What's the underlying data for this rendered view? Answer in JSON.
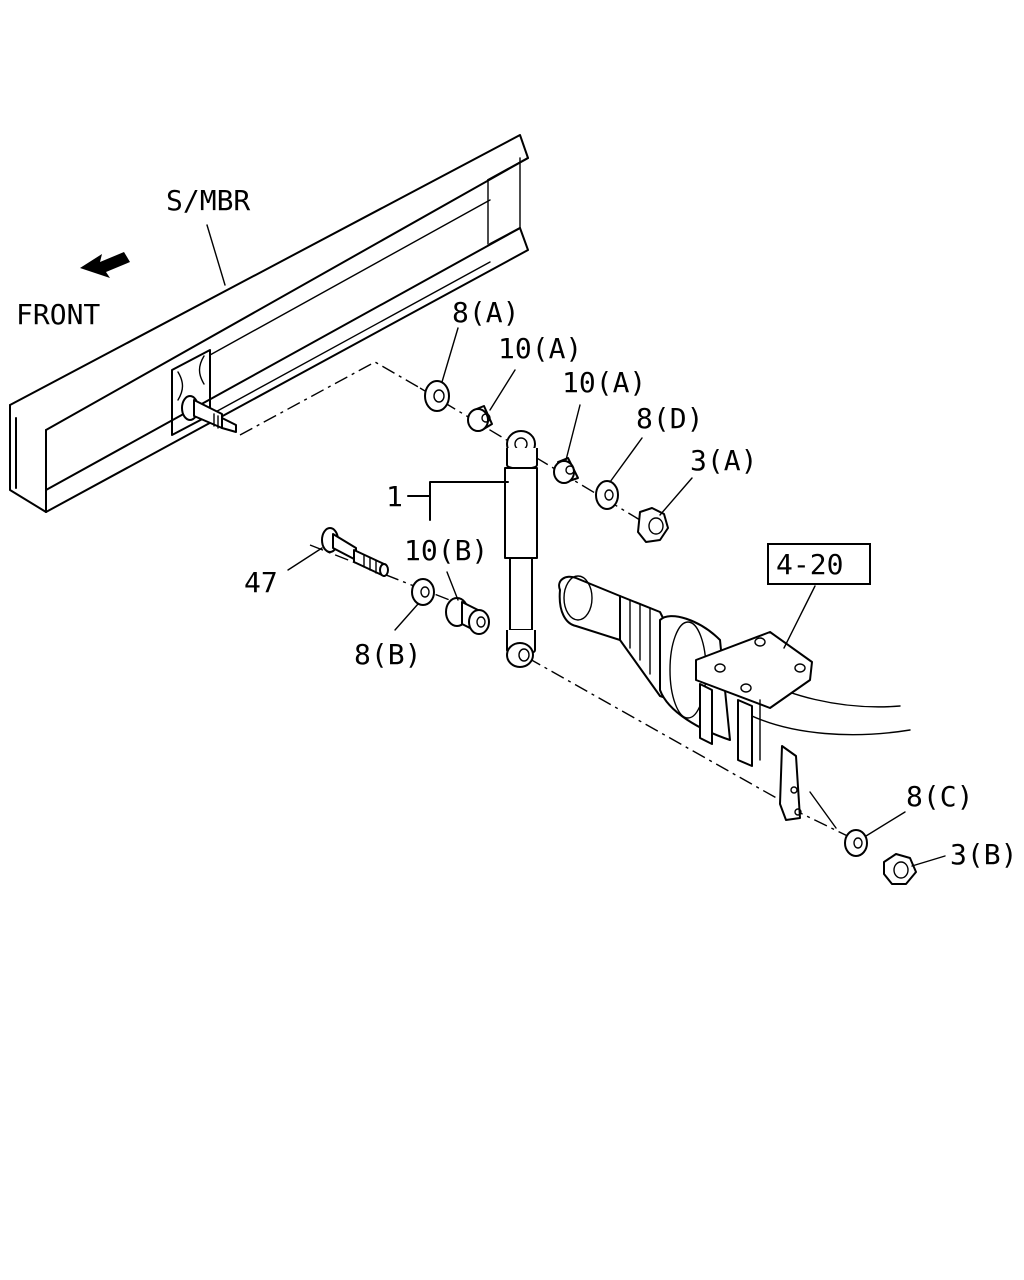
{
  "labels": {
    "frame_member": "S/MBR",
    "front": "FRONT",
    "item_8a": "8(A)",
    "item_10a_1": "10(A)",
    "item_10a_2": "10(A)",
    "item_8d": "8(D)",
    "item_3a": "3(A)",
    "item_1": "1",
    "item_10b": "10(B)",
    "item_47": "47",
    "item_8b": "8(B)",
    "item_4_20": "4-20",
    "item_8c": "8(C)",
    "item_3b": "3(B)"
  }
}
